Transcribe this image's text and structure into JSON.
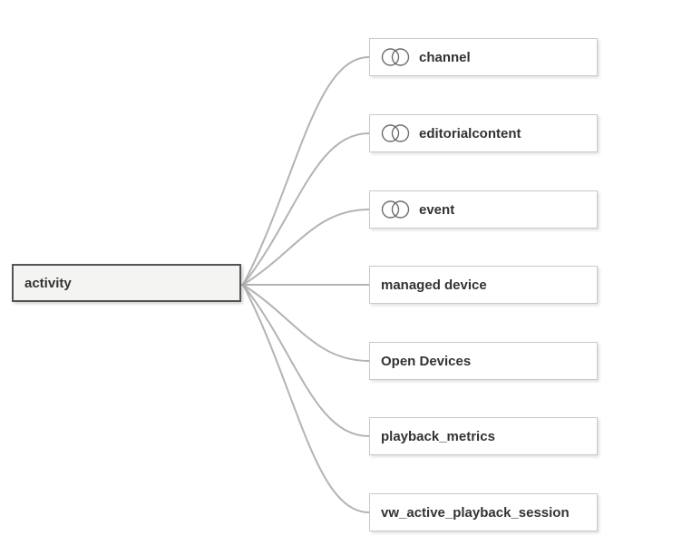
{
  "canvas": {
    "root_node": {
      "label": "activity"
    },
    "child_nodes": [
      {
        "label": "channel",
        "icon": "venn-join-icon"
      },
      {
        "label": "editorialcontent",
        "icon": "venn-join-icon"
      },
      {
        "label": "event",
        "icon": "venn-join-icon"
      },
      {
        "label": "managed device",
        "icon": null
      },
      {
        "label": "Open Devices",
        "icon": null
      },
      {
        "label": "playback_metrics",
        "icon": null
      },
      {
        "label": "vw_active_playback_session",
        "icon": null
      }
    ],
    "colors": {
      "connector": "#b3b3b3",
      "root_fill": "#f4f4f2",
      "root_border": "#545454",
      "child_border": "#c9c9c9",
      "text": "#333333",
      "icon_stroke": "#6e6e6e"
    }
  }
}
